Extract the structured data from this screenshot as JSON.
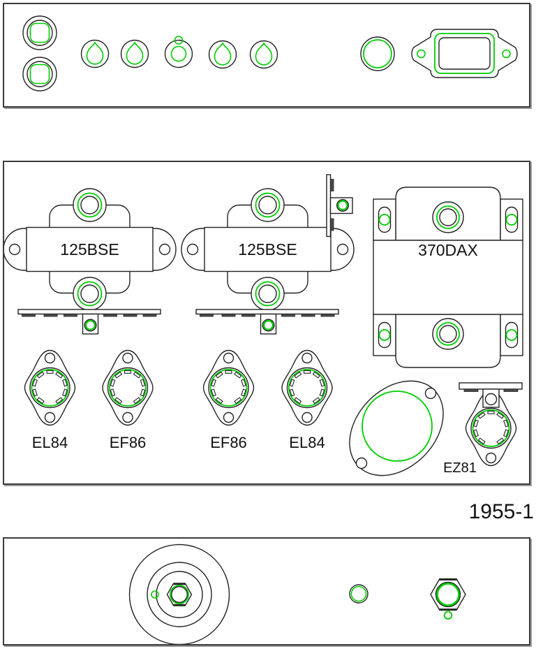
{
  "colors": {
    "line": "#222222",
    "accent_green": "#00cc00",
    "panel_border": "#3b3b3b",
    "panel_shadow": "#9c9c9c",
    "notch_fill": "#4a4a4a"
  },
  "chassis": {
    "transformers": [
      {
        "label": "125BSE"
      },
      {
        "label": "125BSE"
      },
      {
        "label": "370DAX"
      }
    ],
    "tubes": [
      {
        "label": "EL84"
      },
      {
        "label": "EF86"
      },
      {
        "label": "EF86"
      },
      {
        "label": "EL84"
      },
      {
        "label": "EZ81"
      }
    ]
  },
  "footer": {
    "drawing_number": "1955-1"
  }
}
